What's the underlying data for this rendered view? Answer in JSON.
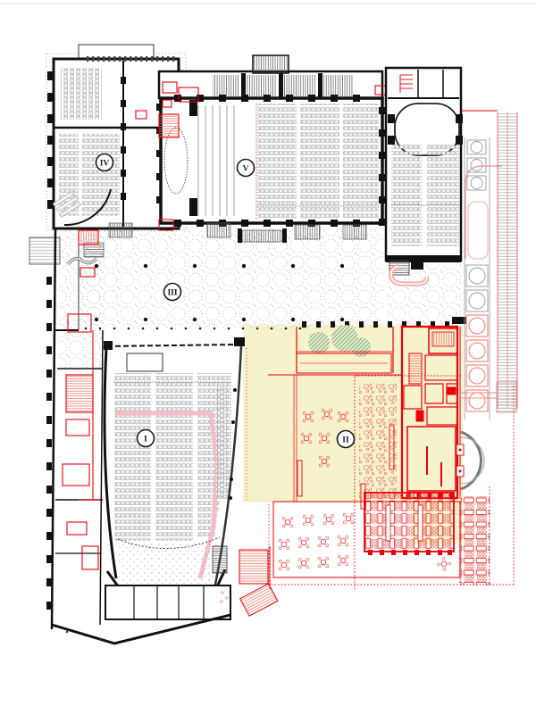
{
  "plan": {
    "zones": [
      {
        "numeral": "I"
      },
      {
        "numeral": "II"
      },
      {
        "numeral": "III"
      },
      {
        "numeral": "IV"
      },
      {
        "numeral": "V"
      }
    ],
    "colors": {
      "walls_black": "#111111",
      "renovation_red": "#e8000a",
      "light_red": "#ef7a6e",
      "highlight_yellow": "#f6f2cc",
      "tree_green": "#79a357",
      "seat_gray": "#9c9c9c",
      "balcony_pink": "#f5b9c2",
      "background": "#ffffff"
    }
  }
}
